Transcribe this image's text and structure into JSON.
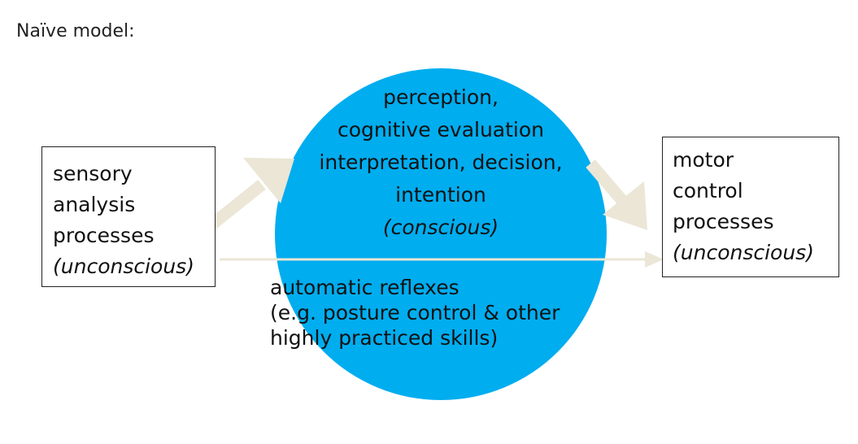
{
  "title": "Naïve model:",
  "colors": {
    "circle": "#00adef",
    "arrow": "#ebe6d6",
    "border": "#222222"
  },
  "left_box": {
    "lines": [
      "sensory",
      "analysis",
      "processes"
    ],
    "note": "(unconscious)"
  },
  "center": {
    "lines": [
      "perception,",
      "cognitive evaluation",
      "interpretation, decision,",
      "intention"
    ],
    "note": "(conscious)"
  },
  "right_box": {
    "lines": [
      "motor",
      "control",
      "processes"
    ],
    "note": "(unconscious)"
  },
  "reflexes": {
    "lines": [
      "automatic reflexes",
      "(e.g. posture control & other",
      "highly practiced skills)"
    ]
  }
}
